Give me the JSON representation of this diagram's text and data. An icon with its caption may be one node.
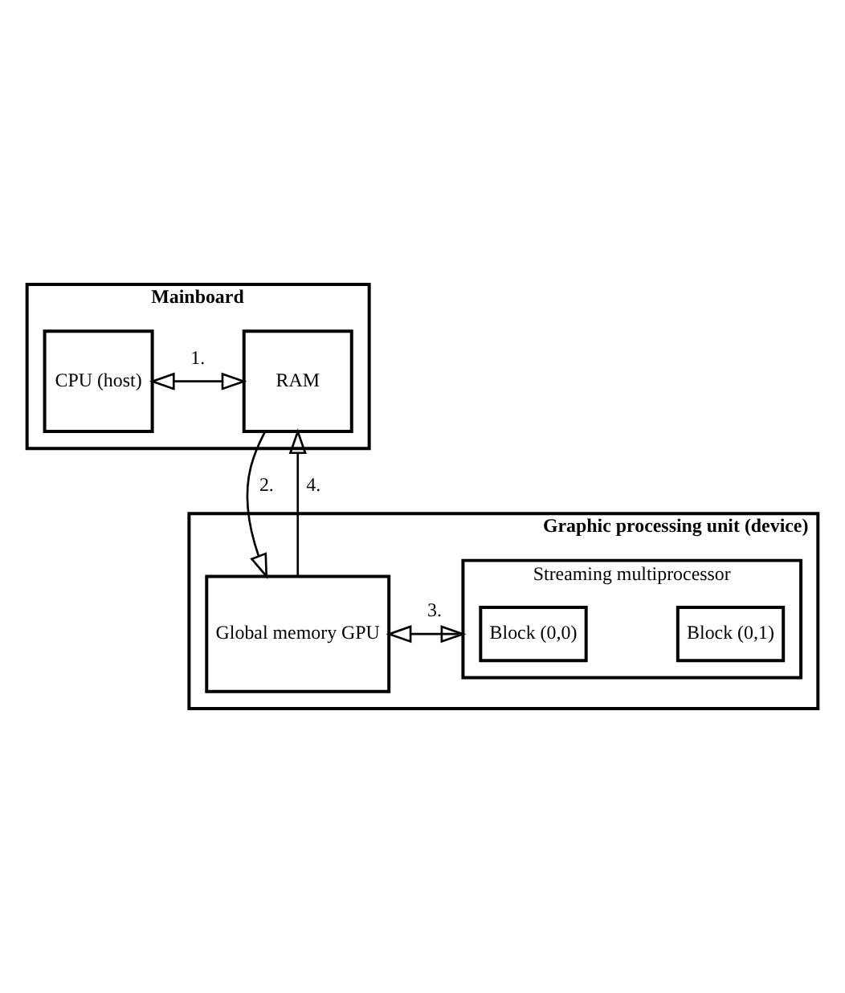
{
  "diagram": {
    "nodes": [
      {
        "text": [
          "Mainboard"
        ]
      },
      {
        "text": [
          "CPU (host)"
        ],
        "in": 0
      },
      {
        "text": [
          "RAM"
        ],
        "in": 0
      },
      {
        "text": [
          "Graphic processing unit (device)"
        ]
      },
      {
        "text": [
          "Streaming multiprocessor"
        ],
        "in": 3
      },
      {
        "text": [
          "Block (0,0)"
        ],
        "in": 4
      },
      {
        "text": [
          "Block (0,1)"
        ],
        "in": 4
      },
      {
        "text": [
          "Global memory GPU"
        ],
        "in": 3
      }
    ],
    "edges": [
      {
        "from": 1,
        "to": 2,
        "arrow": "both",
        "label": "1."
      },
      {
        "from": 2,
        "to": 7,
        "arrow": "to",
        "label": "2."
      },
      {
        "from": 7,
        "to": 2,
        "arrow": "to",
        "label": "4."
      },
      {
        "from": 4,
        "to": 7,
        "arrow": "both",
        "label": "3."
      }
    ]
  }
}
